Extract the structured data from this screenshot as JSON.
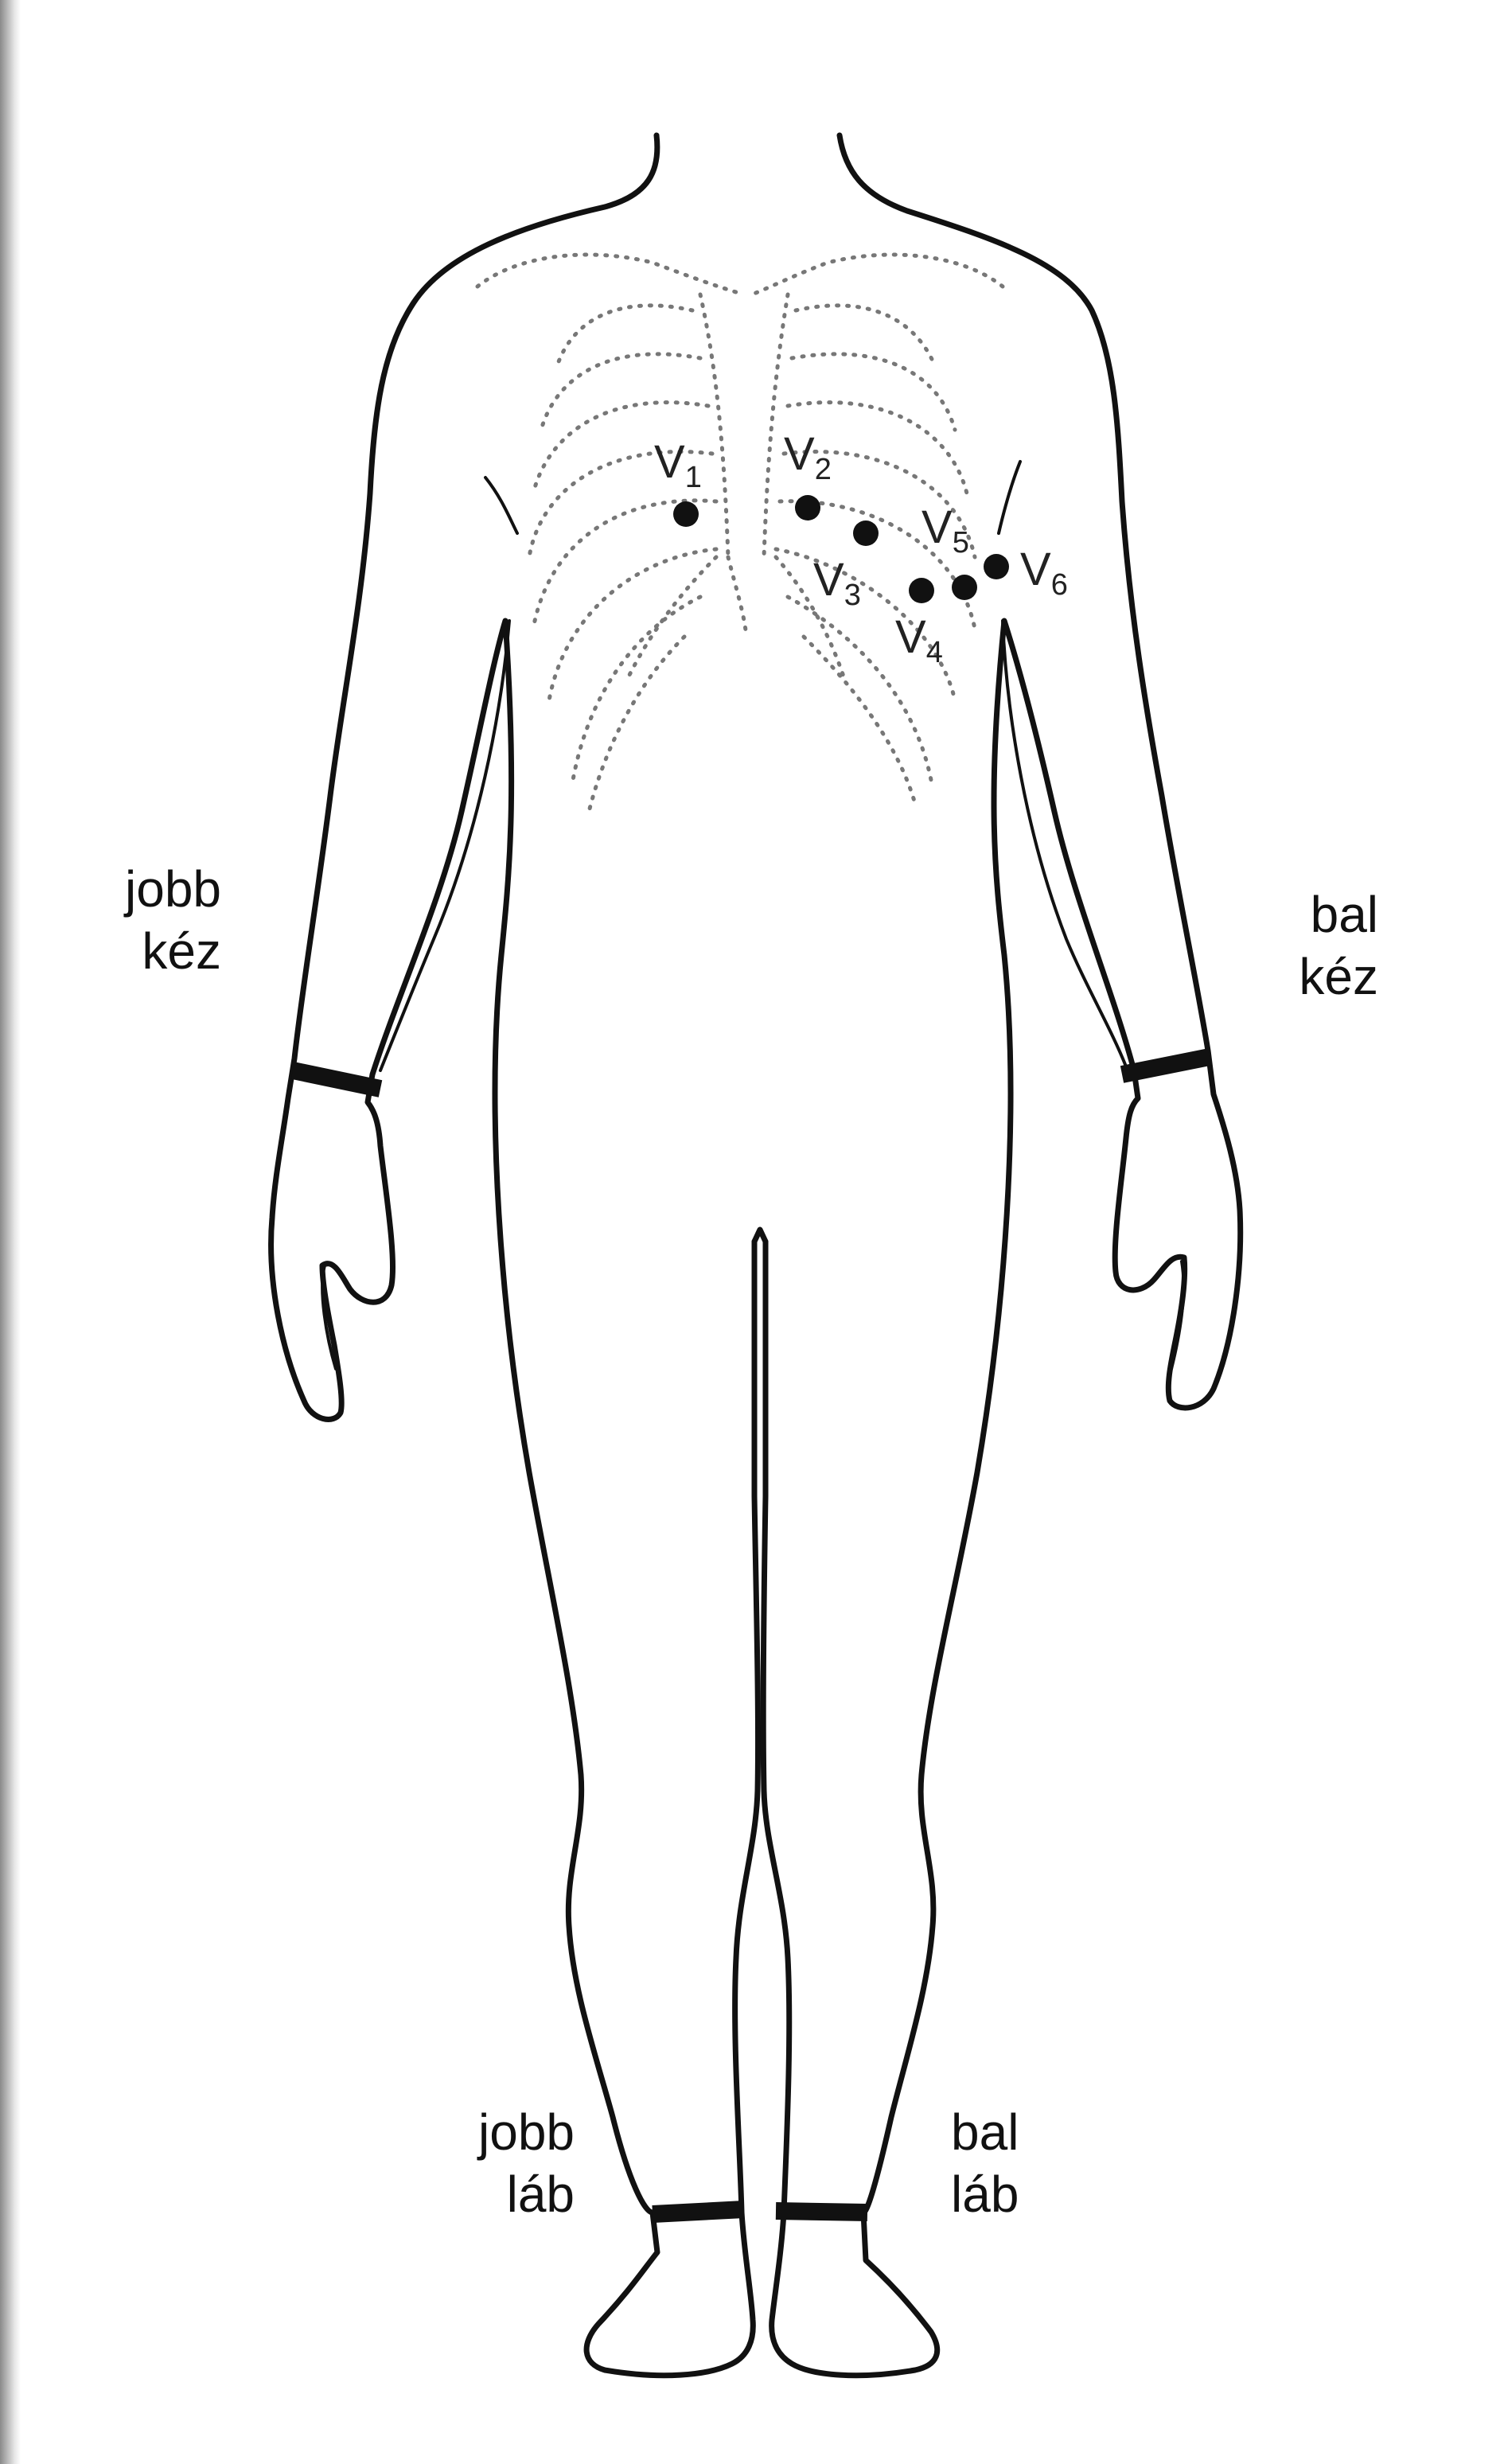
{
  "limb_labels": {
    "right_arm": "jobb\nkéz",
    "left_arm": "bal\nkéz",
    "right_leg": "jobb\nláb",
    "left_leg": "bal\nláb"
  },
  "leads": [
    {
      "letter": "V",
      "sub": "1"
    },
    {
      "letter": "V",
      "sub": "2"
    },
    {
      "letter": "V",
      "sub": "3"
    },
    {
      "letter": "V",
      "sub": "4"
    },
    {
      "letter": "V",
      "sub": "5"
    },
    {
      "letter": "V",
      "sub": "6"
    }
  ],
  "colors": {
    "outline": "#111111",
    "ribcage": "#777777",
    "electrode": "#111111"
  }
}
